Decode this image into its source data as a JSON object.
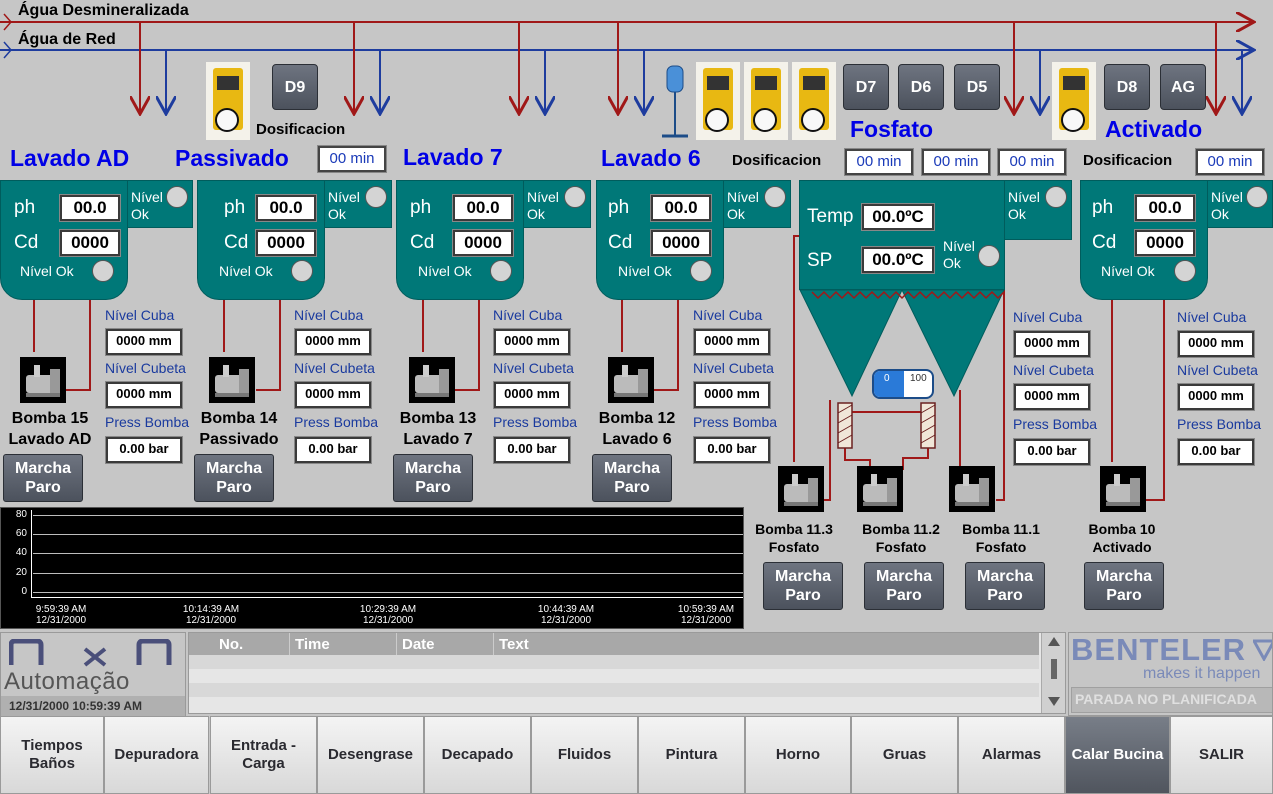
{
  "pipes": {
    "demin": "Água Desmineralizada",
    "red": "Água de Red"
  },
  "dosing_buttons": {
    "d9": "D9",
    "d7": "D7",
    "d6": "D6",
    "d5": "D5",
    "d8": "D8",
    "ag": "AG"
  },
  "dosificacion_label": "Dosificacion",
  "titles": {
    "lavado_ad": "Lavado AD",
    "passivado": "Passivado",
    "lavado7": "Lavado 7",
    "lavado6": "Lavado 6",
    "fosfato": "Fosfato",
    "activado": "Activado"
  },
  "min_value": "00 min",
  "tank_labels": {
    "ph": "ph",
    "cd": "Cd",
    "nivel_ok": "Nível Ok",
    "nivel": "Nível",
    "ok": "Ok",
    "temp": "Temp",
    "sp": "SP"
  },
  "tank_values": {
    "ph": "00.0",
    "cd": "0000",
    "temp": "00.0ºC",
    "sp": "00.0ºC"
  },
  "level_labels": {
    "nivel_cuba": "Nível Cuba",
    "nivel_cubeta": "Nível Cubeta",
    "press_bomba": "Press Bomba"
  },
  "level_values": {
    "mm": "0000 mm",
    "bar": "0.00 bar"
  },
  "pumps": {
    "b15": {
      "l1": "Bomba 15",
      "l2": "Lavado AD"
    },
    "b14": {
      "l1": "Bomba 14",
      "l2": "Passivado"
    },
    "b13": {
      "l1": "Bomba 13",
      "l2": "Lavado 7"
    },
    "b12": {
      "l1": "Bomba 12",
      "l2": "Lavado 6"
    },
    "b113": {
      "l1": "Bomba 11.3",
      "l2": "Fosfato"
    },
    "b112": {
      "l1": "Bomba 11.2",
      "l2": "Fosfato"
    },
    "b111": {
      "l1": "Bomba 11.1",
      "l2": "Fosfato"
    },
    "b10": {
      "l1": "Bomba 10",
      "l2": "Activado"
    }
  },
  "marcha_paro": {
    "l1": "Marcha",
    "l2": "Paro"
  },
  "gauge": {
    "min": "0",
    "max": "100"
  },
  "trend": {
    "y_ticks": [
      "80",
      "60",
      "40",
      "20",
      "0"
    ],
    "x_ticks": [
      {
        "time": "9:59:39 AM",
        "date": "12/31/2000"
      },
      {
        "time": "10:14:39 AM",
        "date": "12/31/2000"
      },
      {
        "time": "10:29:39 AM",
        "date": "12/31/2000"
      },
      {
        "time": "10:44:39 AM",
        "date": "12/31/2000"
      },
      {
        "time": "10:59:39 AM",
        "date": "12/31/2000"
      }
    ]
  },
  "logo": {
    "text": "Automação",
    "datetime": "12/31/2000 10:59:39 AM"
  },
  "alarm_table": {
    "col_no": "No.",
    "col_time": "Time",
    "col_date": "Date",
    "col_text": "Text"
  },
  "benteler": {
    "name": "BENTELER",
    "slogan": "makes it happen",
    "status": "PARADA NO PLANIFICADA"
  },
  "nav": {
    "tiempos": "Tiempos Baños",
    "depuradora": "Depuradora",
    "entrada": "Entrada - Carga",
    "desengrase": "Desengrase",
    "decapado": "Decapado",
    "fluidos": "Fluidos",
    "pintura": "Pintura",
    "horno": "Horno",
    "gruas": "Gruas",
    "alarmas": "Alarmas",
    "calar": "Calar Bucina",
    "salir": "SALIR"
  },
  "colors": {
    "tank": "#007878",
    "title": "#0000e6",
    "pipe_demin": "#a01818",
    "pipe_red": "#1e3c9e"
  }
}
